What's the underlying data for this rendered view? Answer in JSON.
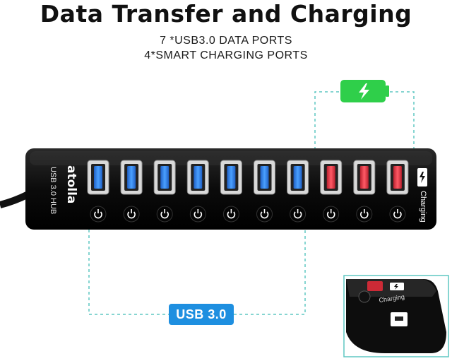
{
  "title": "Data Transfer and Charging",
  "subtitle_line1": "7 *USB3.0 DATA PORTS",
  "subtitle_line2": "4*SMART CHARGING PORTS",
  "brand": "atolla",
  "model_text": "USB 3.0 HUB",
  "charging_text": "Charging",
  "inset_charging_text": "Charging",
  "usb_label": "USB 3.0",
  "colors": {
    "data_port": "#2f7de8",
    "charge_port": "#e23a4a",
    "battery": "#2fcf4a",
    "dashed_line": "#5fc7c2",
    "usb_label_bg": "#1e8fe0"
  },
  "icons": [
    "battery-charging-icon",
    "power-button-icon",
    "usb-port-icon",
    "lightning-icon"
  ]
}
